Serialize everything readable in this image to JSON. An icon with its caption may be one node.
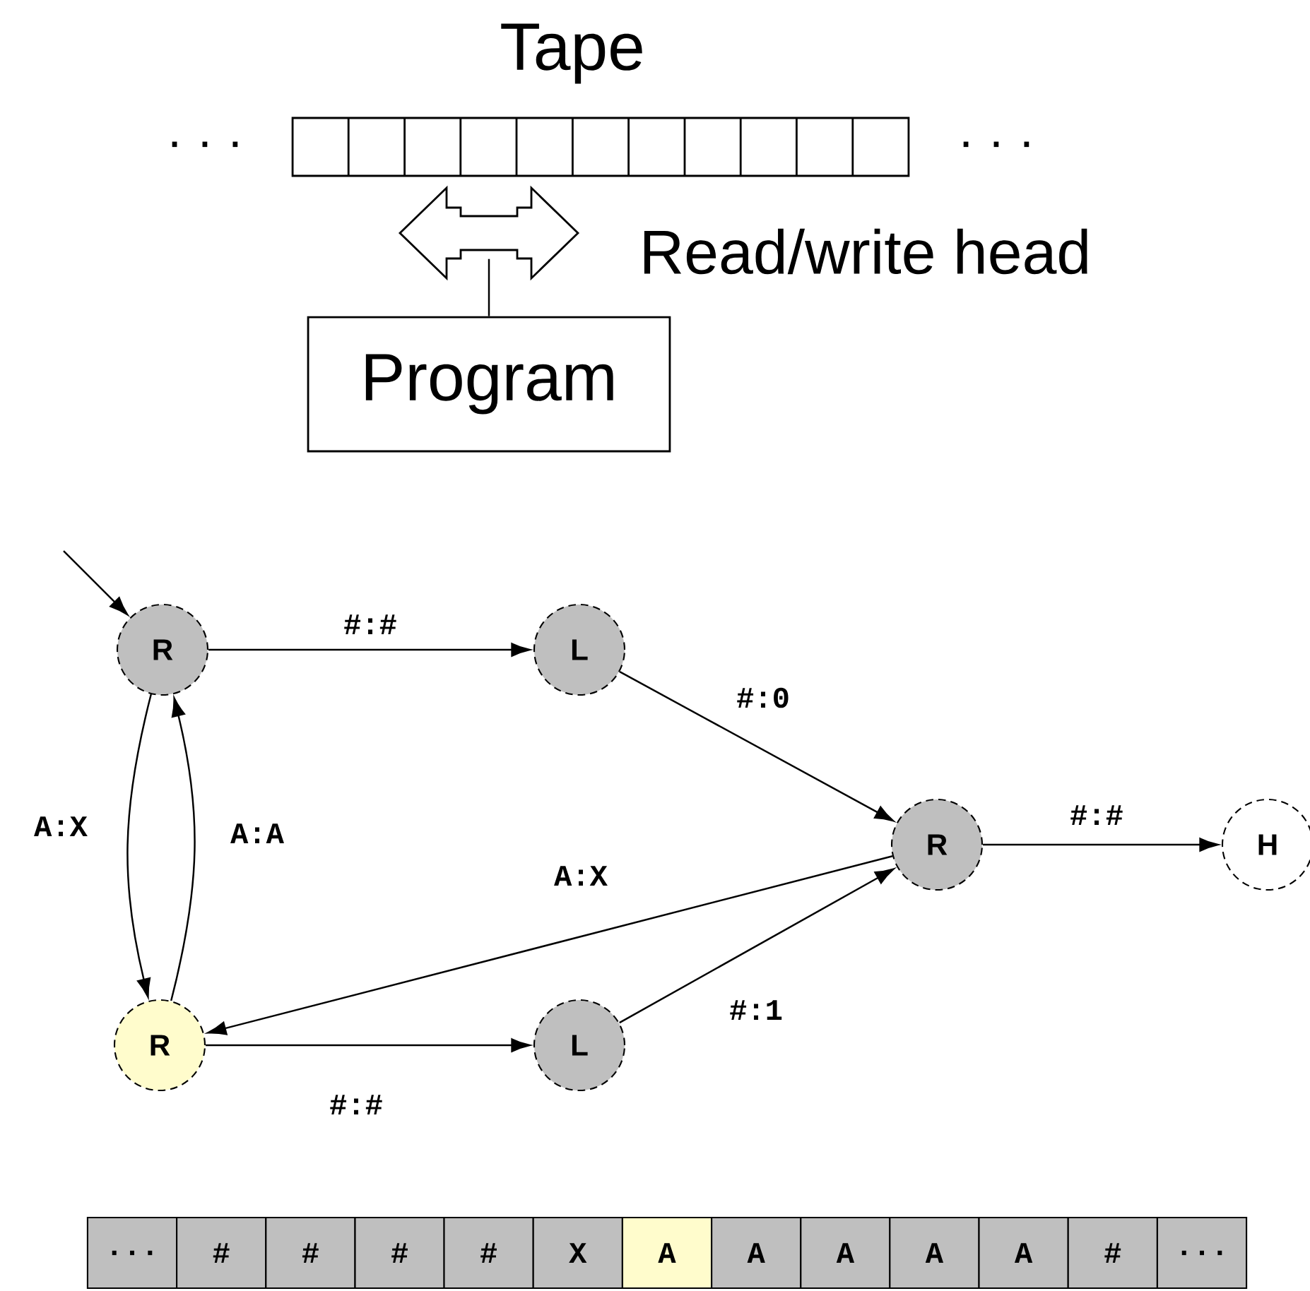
{
  "diagram": {
    "nodes": [
      {
        "text": [
          "Tape"
        ]
      },
      {
        "text": [],
        "shape": "arrow",
        "beside": [
          "Read/write head"
        ]
      },
      {
        "text": [
          "Program"
        ]
      },
      {
        "text": [
          "R"
        ]
      },
      {
        "text": [
          "L"
        ]
      },
      {
        "text": [
          "R"
        ]
      },
      {
        "text": [
          "H"
        ]
      },
      {
        "text": [
          "R"
        ]
      },
      {
        "text": [
          "L"
        ]
      }
    ],
    "edges": [
      {
        "from": 2,
        "to": 1,
        "arrow": "none"
      },
      {
        "from": null,
        "to": 3,
        "arrow": "to"
      },
      {
        "from": 3,
        "to": 4,
        "arrow": "to",
        "label": "#:#"
      },
      {
        "from": 4,
        "to": 5,
        "arrow": "to",
        "label": "#:0"
      },
      {
        "from": 5,
        "to": 6,
        "arrow": "to",
        "label": "#:#"
      },
      {
        "from": 3,
        "to": 7,
        "arrow": "to",
        "label": "A:X"
      },
      {
        "from": 7,
        "to": 3,
        "arrow": "to",
        "label": "A:A"
      },
      {
        "from": 5,
        "to": 7,
        "arrow": "to",
        "label": "A:X"
      },
      {
        "from": 7,
        "to": 8,
        "arrow": "to",
        "label": "#:#"
      },
      {
        "from": 8,
        "to": 5,
        "arrow": "to",
        "label": "#:1"
      }
    ],
    "labels": [
      "· · ·",
      "· · ·",
      "...",
      "#",
      "#",
      "#",
      "#",
      "X",
      "A",
      "A",
      "A",
      "A",
      "A",
      "#",
      "..."
    ]
  }
}
